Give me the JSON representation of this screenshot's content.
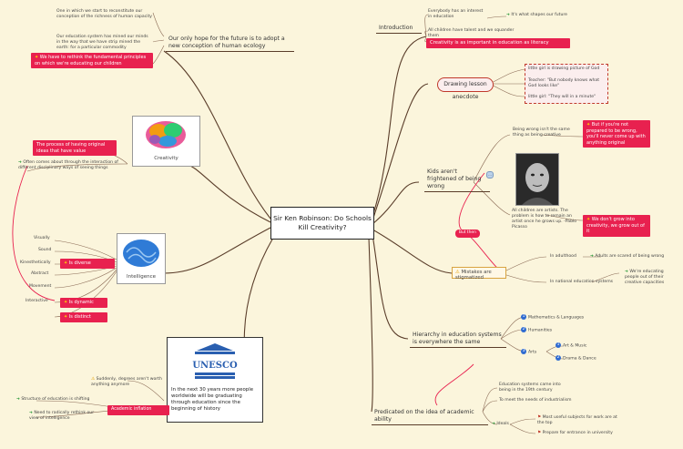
{
  "central": "Sir Ken Robinson: Do Schools Kill Creativity?",
  "left": {
    "hope_topic": "Our only hope for the future is to adopt a new conception of human ecology",
    "hope_note1": "One in which we start to reconstitute our conception of the richness of human capacity",
    "hope_note2": "Our education system has mined our minds in the way that we have strip mined the earth: for a particular commodity",
    "hope_red": "We have to rethink the fundamental principles on which we're educating our children",
    "creativity_label": "Creativity",
    "creativity_red": "The process of having original ideas that have value",
    "creativity_note": "Often comes about through the interaction of different disciplinary ways of seeing things",
    "intelligence_label": "Intelligence",
    "diverse_red": "Is diverse",
    "dynamic_red": "Is dynamic",
    "distinct_red": "Is distinct",
    "modes": [
      "Visually",
      "Sound",
      "Kinesthetically",
      "Abstract",
      "Movement"
    ],
    "interactive": "Interactive",
    "unesco_logo_text": "UNESCO",
    "unesco_quote": "In the next 30 years more people worldwide will be graduating through education since the beginning of history",
    "academic_red": "Academic inflation",
    "degrees_note": "Suddenly, degrees aren't worth anything anymore",
    "structure_note": "Structure of education is shifting",
    "rethink_note": "Need to radically rethink our view of intelligence"
  },
  "right": {
    "intro_topic": "Introduction",
    "intro_items": [
      "Everybody has an interest in education",
      "All children have talent and we squander them"
    ],
    "intro_future": "It's what shapes our future",
    "intro_red": "Creativity is as important in education as literacy",
    "anecdote_topic": "Drawing lesson anecdote",
    "anecdote_items": [
      "little girl is drawing picture of God",
      "Teacher: \"But nobody knows what God looks like\"",
      "little girl: \"They will in a minute\""
    ],
    "kids_topic": "Kids aren't frightened of being wrong",
    "wrong_note": "Being wrong isn't the same thing as being creative",
    "wrong_red": "But if you're not prepared to be wrong, you'll never come up with anything original",
    "picasso_quote": "All children are artists. The problem is how to remain an artist once he grows up. -Pablo Picasso",
    "grow_red": "We don't grow into creativity, we grow out of it",
    "but_then": "But then",
    "mistakes_topic": "Mistakes are stigmatized",
    "adulthood": "In adulthood",
    "adults_note": "Adults are scared of being wrong",
    "national": "In national education systems",
    "educating_note": "We're educating people out of their creative capacities",
    "hierarchy_topic": "Hierarchy in education systems is everywhere the same",
    "hier_items": [
      "Mathematics & Languages",
      "Humanities",
      "Arts"
    ],
    "hier_nums": [
      "1",
      "2",
      "3"
    ],
    "arts_items": [
      "Art & Music",
      "Drama & Dance"
    ],
    "arts_nums": [
      "1",
      "2"
    ],
    "academic_topic": "Predicated on the idea of academic ability",
    "acad_items": [
      "Education systems came into being in the 19th century",
      "To meet the needs of industrialism",
      "Ideals"
    ],
    "ideals_items": [
      "Most useful subjects for work are at the top",
      "Prepare for entrance in university"
    ]
  },
  "colors": {
    "accent_red": "#e8214f",
    "background": "#fbf5dc",
    "line": "#5a3d2a"
  }
}
